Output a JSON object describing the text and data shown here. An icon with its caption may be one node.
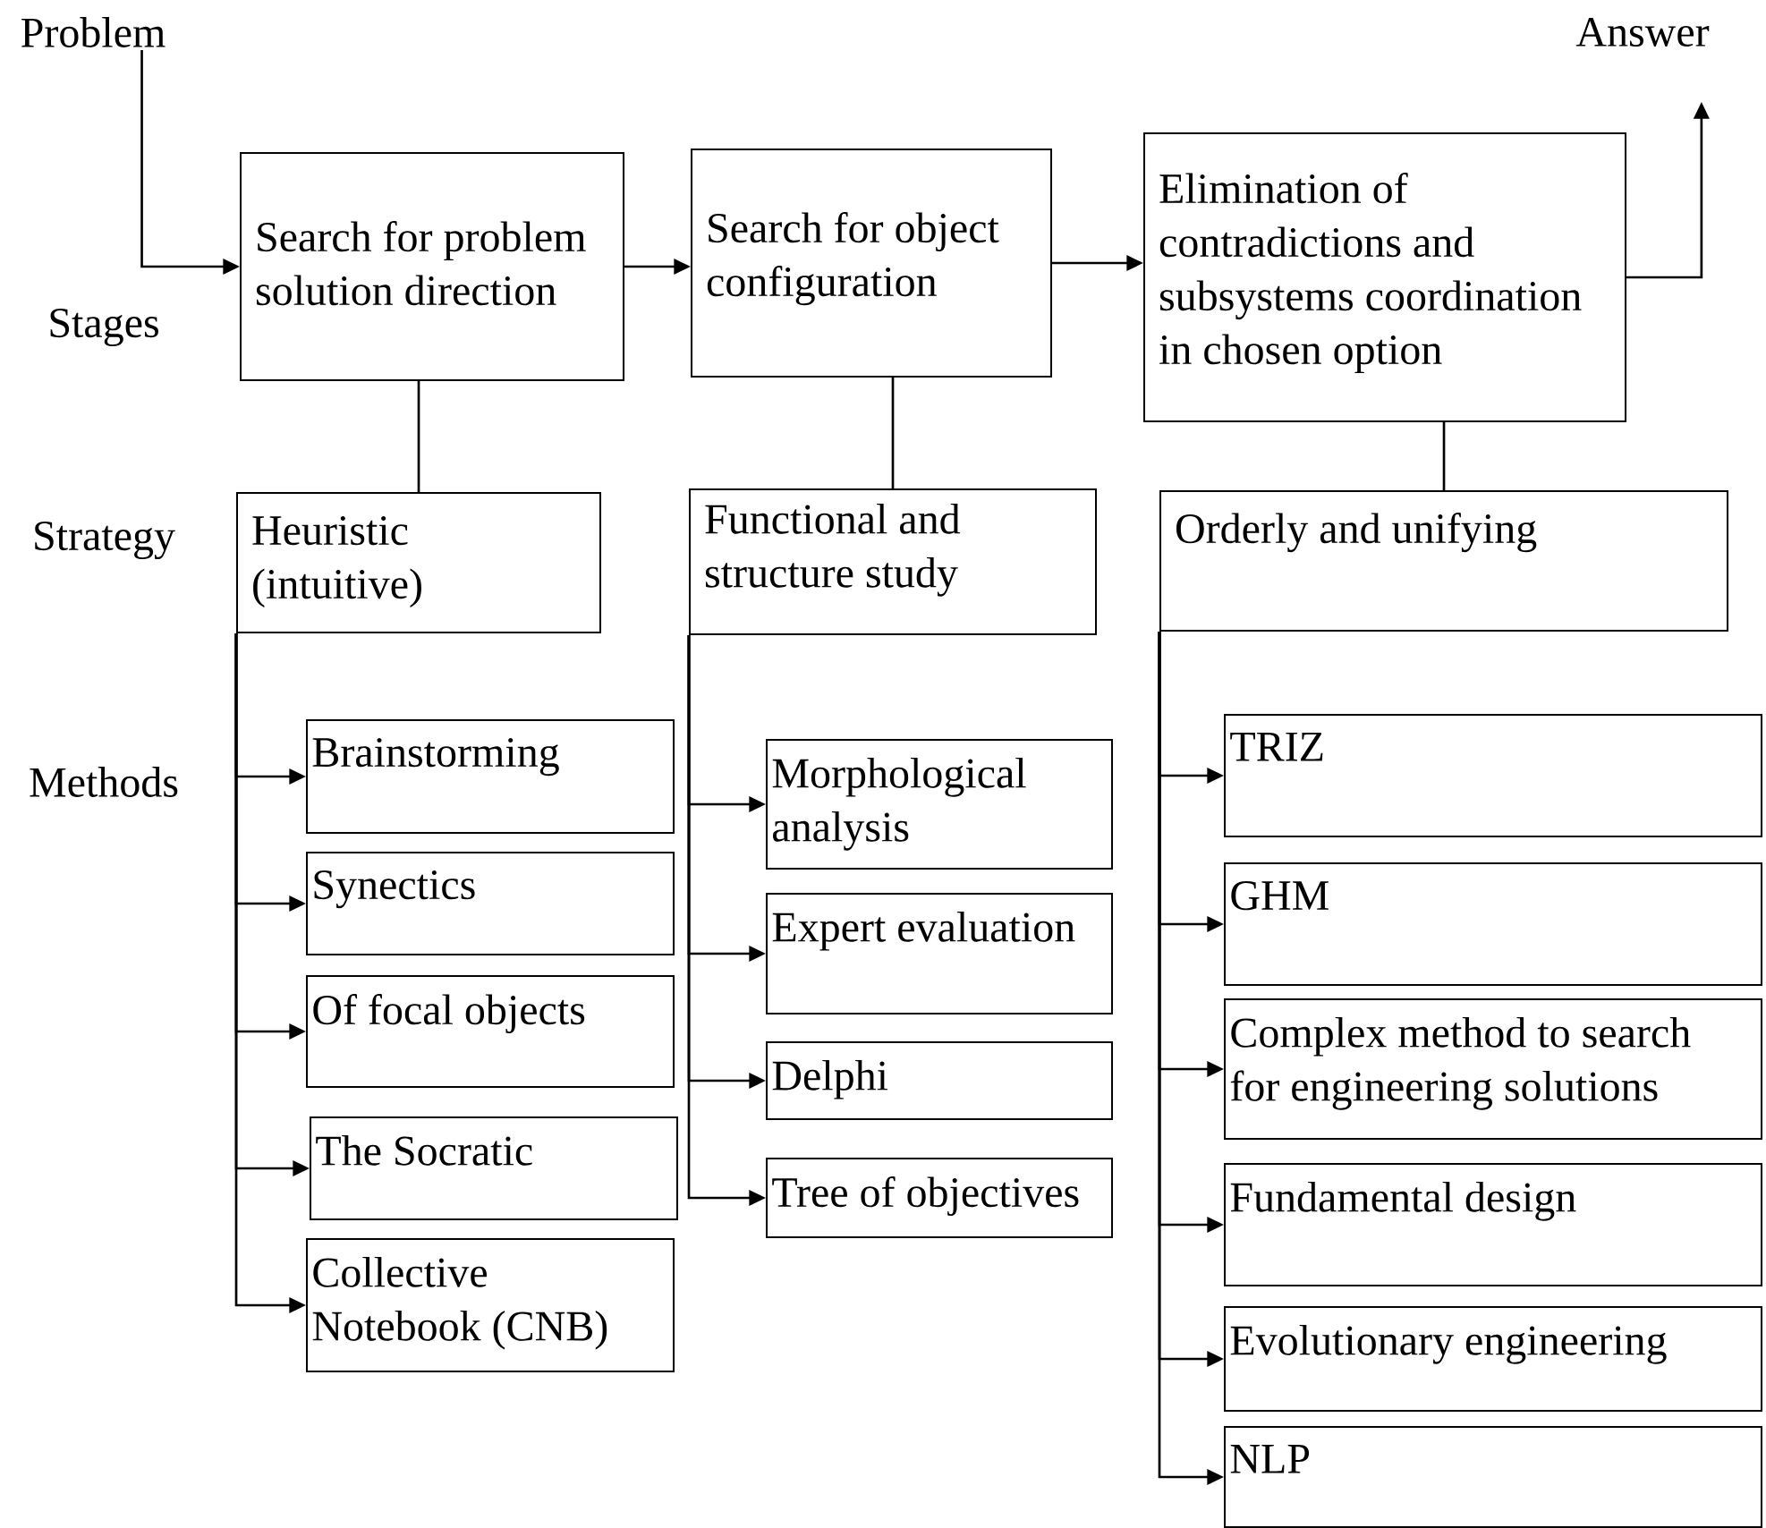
{
  "diagram": {
    "nodes": [
      {
        "text": [
          "Problem"
        ]
      },
      {
        "text": [
          "Search for problem solution direction"
        ]
      },
      {
        "text": [
          "Search for object configuration"
        ]
      },
      {
        "text": [
          "Elimination of contradictions and subsystems coordination in chosen option"
        ]
      },
      {
        "text": [
          "Answer"
        ]
      },
      {
        "text": [
          "Heuristic (intuitive)"
        ]
      },
      {
        "text": [
          "Functional and structure study"
        ]
      },
      {
        "text": [
          "Orderly and unifying"
        ]
      },
      {
        "text": [
          "Brainstorming"
        ]
      },
      {
        "text": [
          "Synectics"
        ]
      },
      {
        "text": [
          "Of focal objects"
        ]
      },
      {
        "text": [
          "The Socratic"
        ]
      },
      {
        "text": [
          "Collective Notebook (CNB)"
        ]
      },
      {
        "text": [
          "Morphological analysis"
        ]
      },
      {
        "text": [
          "Expert evaluation"
        ]
      },
      {
        "text": [
          "Delphi"
        ]
      },
      {
        "text": [
          "Tree of objectives"
        ]
      },
      {
        "text": [
          "TRIZ"
        ]
      },
      {
        "text": [
          "GHM"
        ]
      },
      {
        "text": [
          "Complex method to search for engineering solutions"
        ]
      },
      {
        "text": [
          "Fundamental design"
        ]
      },
      {
        "text": [
          "Evolutionary engineering"
        ]
      },
      {
        "text": [
          "NLP"
        ]
      }
    ],
    "edges": [
      {
        "from": 0,
        "to": 1,
        "arrow": "to"
      },
      {
        "from": 1,
        "to": 2,
        "arrow": "to"
      },
      {
        "from": 2,
        "to": 3,
        "arrow": "to"
      },
      {
        "from": 3,
        "to": 4,
        "arrow": "to"
      },
      {
        "from": 1,
        "to": 5,
        "arrow": "none"
      },
      {
        "from": 2,
        "to": 6,
        "arrow": "none"
      },
      {
        "from": 3,
        "to": 7,
        "arrow": "none"
      },
      {
        "from": 5,
        "to": 8,
        "arrow": "to"
      },
      {
        "from": 5,
        "to": 9,
        "arrow": "to"
      },
      {
        "from": 5,
        "to": 10,
        "arrow": "to"
      },
      {
        "from": 5,
        "to": 11,
        "arrow": "to"
      },
      {
        "from": 5,
        "to": 12,
        "arrow": "to"
      },
      {
        "from": 6,
        "to": 13,
        "arrow": "to"
      },
      {
        "from": 6,
        "to": 14,
        "arrow": "to"
      },
      {
        "from": 6,
        "to": 15,
        "arrow": "to"
      },
      {
        "from": 6,
        "to": 16,
        "arrow": "to"
      },
      {
        "from": 7,
        "to": 17,
        "arrow": "to"
      },
      {
        "from": 7,
        "to": 18,
        "arrow": "to"
      },
      {
        "from": 7,
        "to": 19,
        "arrow": "to"
      },
      {
        "from": 7,
        "to": 20,
        "arrow": "to"
      },
      {
        "from": 7,
        "to": 21,
        "arrow": "to"
      },
      {
        "from": 7,
        "to": 22,
        "arrow": "to"
      }
    ],
    "labels": [
      "Stages",
      "Strategy",
      "Methods"
    ]
  }
}
